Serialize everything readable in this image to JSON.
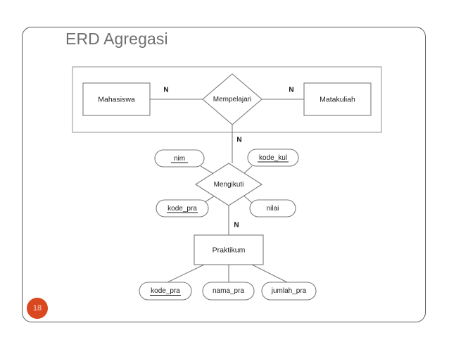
{
  "slide": {
    "title": "ERD Agregasi",
    "page_number": "18",
    "badge_color": "#d9481e",
    "title_color": "#6f6f6f",
    "border_color": "#5a5a5a"
  },
  "diagram": {
    "type": "er-diagram",
    "aggregation_box_label": "",
    "entities": [
      {
        "id": "mahasiswa",
        "label": "Mahasiswa"
      },
      {
        "id": "matakuliah",
        "label": "Matakuliah"
      },
      {
        "id": "praktikum",
        "label": "Praktikum"
      }
    ],
    "relationships": [
      {
        "id": "mempelajari",
        "label": "Mempelajari"
      },
      {
        "id": "mengikuti",
        "label": "Mengikuti"
      }
    ],
    "cardinalities": [
      {
        "id": "card-mhs-mempelajari",
        "label": "N"
      },
      {
        "id": "card-mempelajari-mtk",
        "label": "N"
      },
      {
        "id": "card-agg-mengikuti",
        "label": "N"
      },
      {
        "id": "card-mengikuti-praktikum",
        "label": "N"
      }
    ],
    "attributes": [
      {
        "id": "nim",
        "label": "nim",
        "key": true,
        "owner": "mengikuti"
      },
      {
        "id": "kode_kul",
        "label": "kode_kul",
        "key": true,
        "owner": "mengikuti"
      },
      {
        "id": "kode_pra_rel",
        "label": "kode_pra",
        "key": true,
        "owner": "mengikuti"
      },
      {
        "id": "nilai",
        "label": "nilai",
        "key": false,
        "owner": "mengikuti"
      },
      {
        "id": "kode_pra_ent",
        "label": "kode_pra",
        "key": true,
        "owner": "praktikum"
      },
      {
        "id": "nama_pra",
        "label": "nama_pra",
        "key": false,
        "owner": "praktikum"
      },
      {
        "id": "jumlah_pra",
        "label": "jumlah_pra",
        "key": false,
        "owner": "praktikum"
      }
    ]
  }
}
